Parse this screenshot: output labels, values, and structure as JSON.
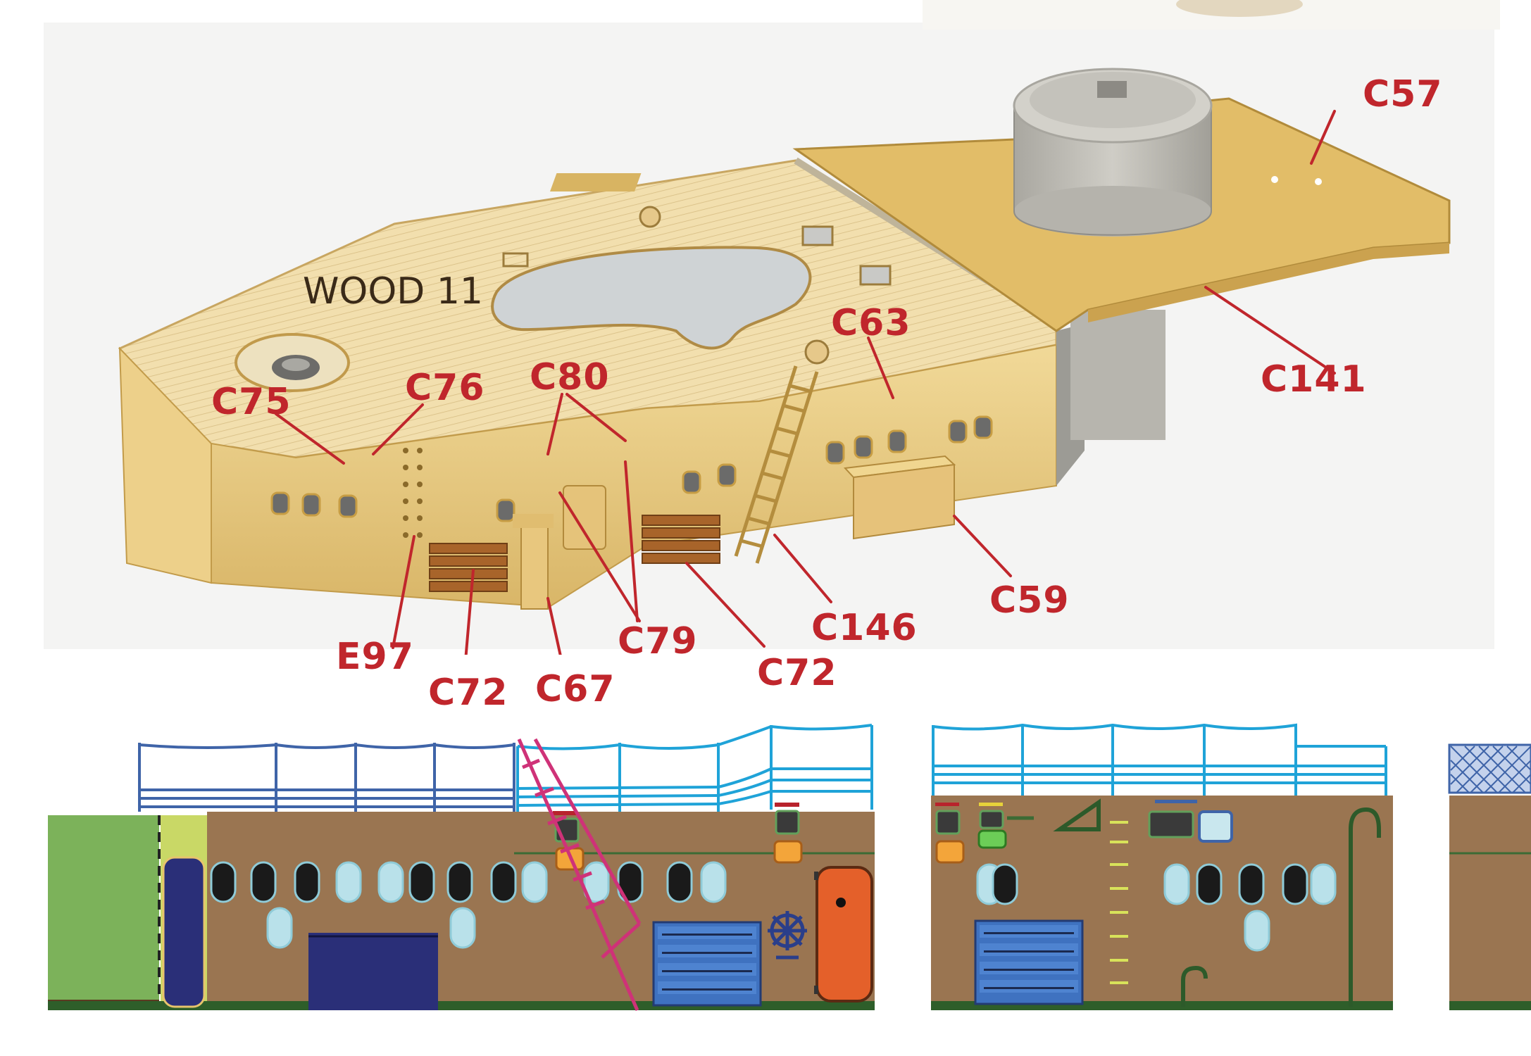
{
  "photo": {
    "material_label": "WOOD 11",
    "callouts": [
      "C57",
      "C141",
      "C63",
      "C80",
      "C75",
      "C76",
      "C59",
      "C146",
      "C79",
      "C72",
      "E97",
      "C72",
      "C67"
    ]
  },
  "colors": {
    "callout_red": "#c0262c",
    "brass": "#e7c877",
    "wood_deck": "#f2dfae",
    "wall_brown": "#9a7551",
    "rail_dark_blue": "#3f64a8",
    "rail_light_blue": "#1fa3d8",
    "ladder_magenta": "#cf3278",
    "grass_green": "#7cb25a",
    "door_orange": "#e4602a",
    "navy": "#2a2f78"
  },
  "profiles": {
    "icons": [
      "railing",
      "porthole",
      "ventilator-grate",
      "hatch",
      "ladder",
      "steering-wheel",
      "door",
      "locker",
      "anti-aircraft-net",
      "pipe"
    ]
  }
}
